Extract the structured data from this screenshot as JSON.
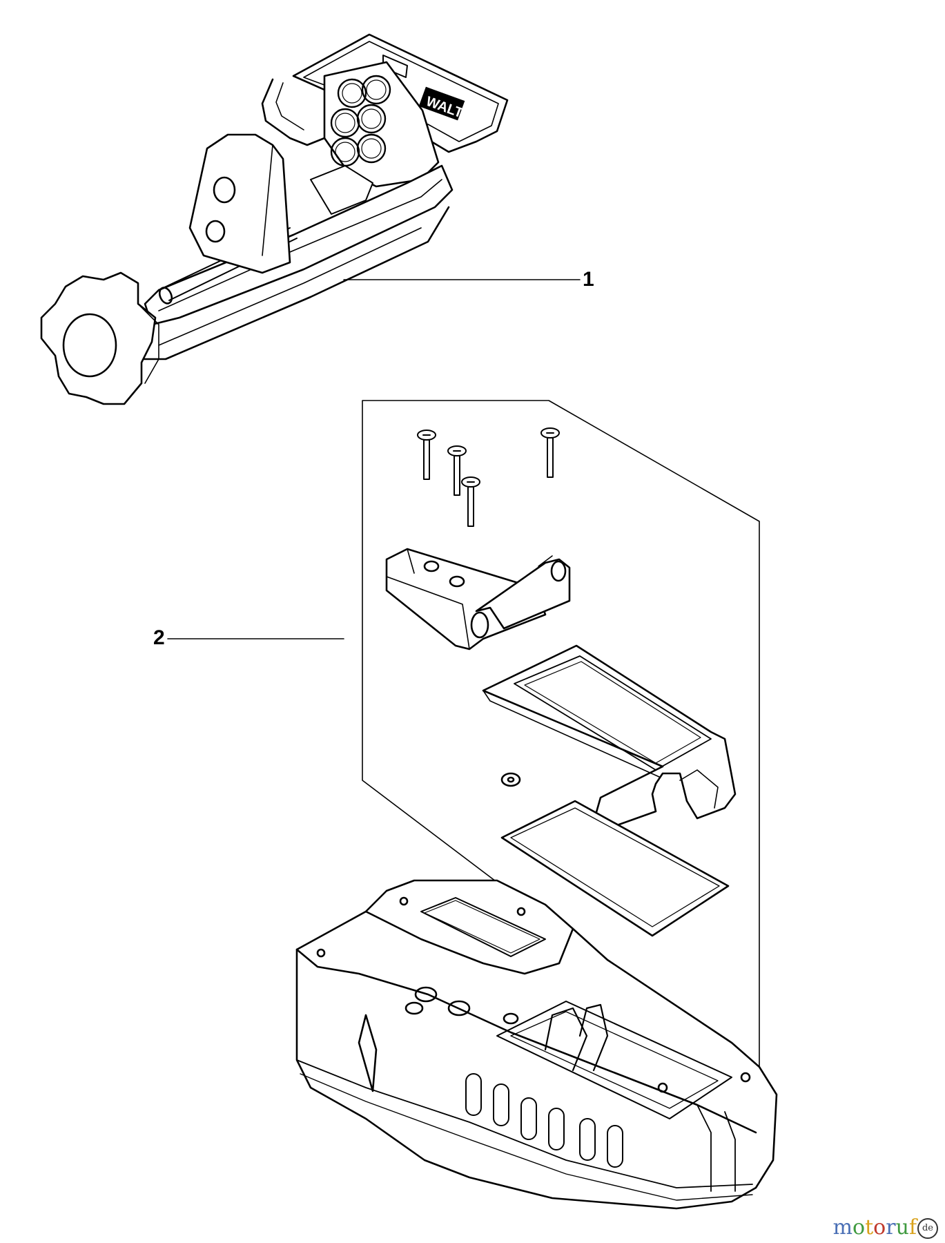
{
  "callouts": [
    {
      "number": "1"
    },
    {
      "number": "2"
    }
  ],
  "brand_mark": "WALT",
  "watermark": {
    "letters": [
      "m",
      "o",
      "t",
      "o",
      "r",
      "u",
      "f"
    ],
    "colors": [
      "#4a6fb5",
      "#3f9a3f",
      "#d9a21b",
      "#c0392b",
      "#4a6fb5",
      "#3f9a3f",
      "#d9a21b"
    ],
    "circle_text": "de"
  },
  "colors": {
    "line": "#000000",
    "background": "#ffffff"
  }
}
